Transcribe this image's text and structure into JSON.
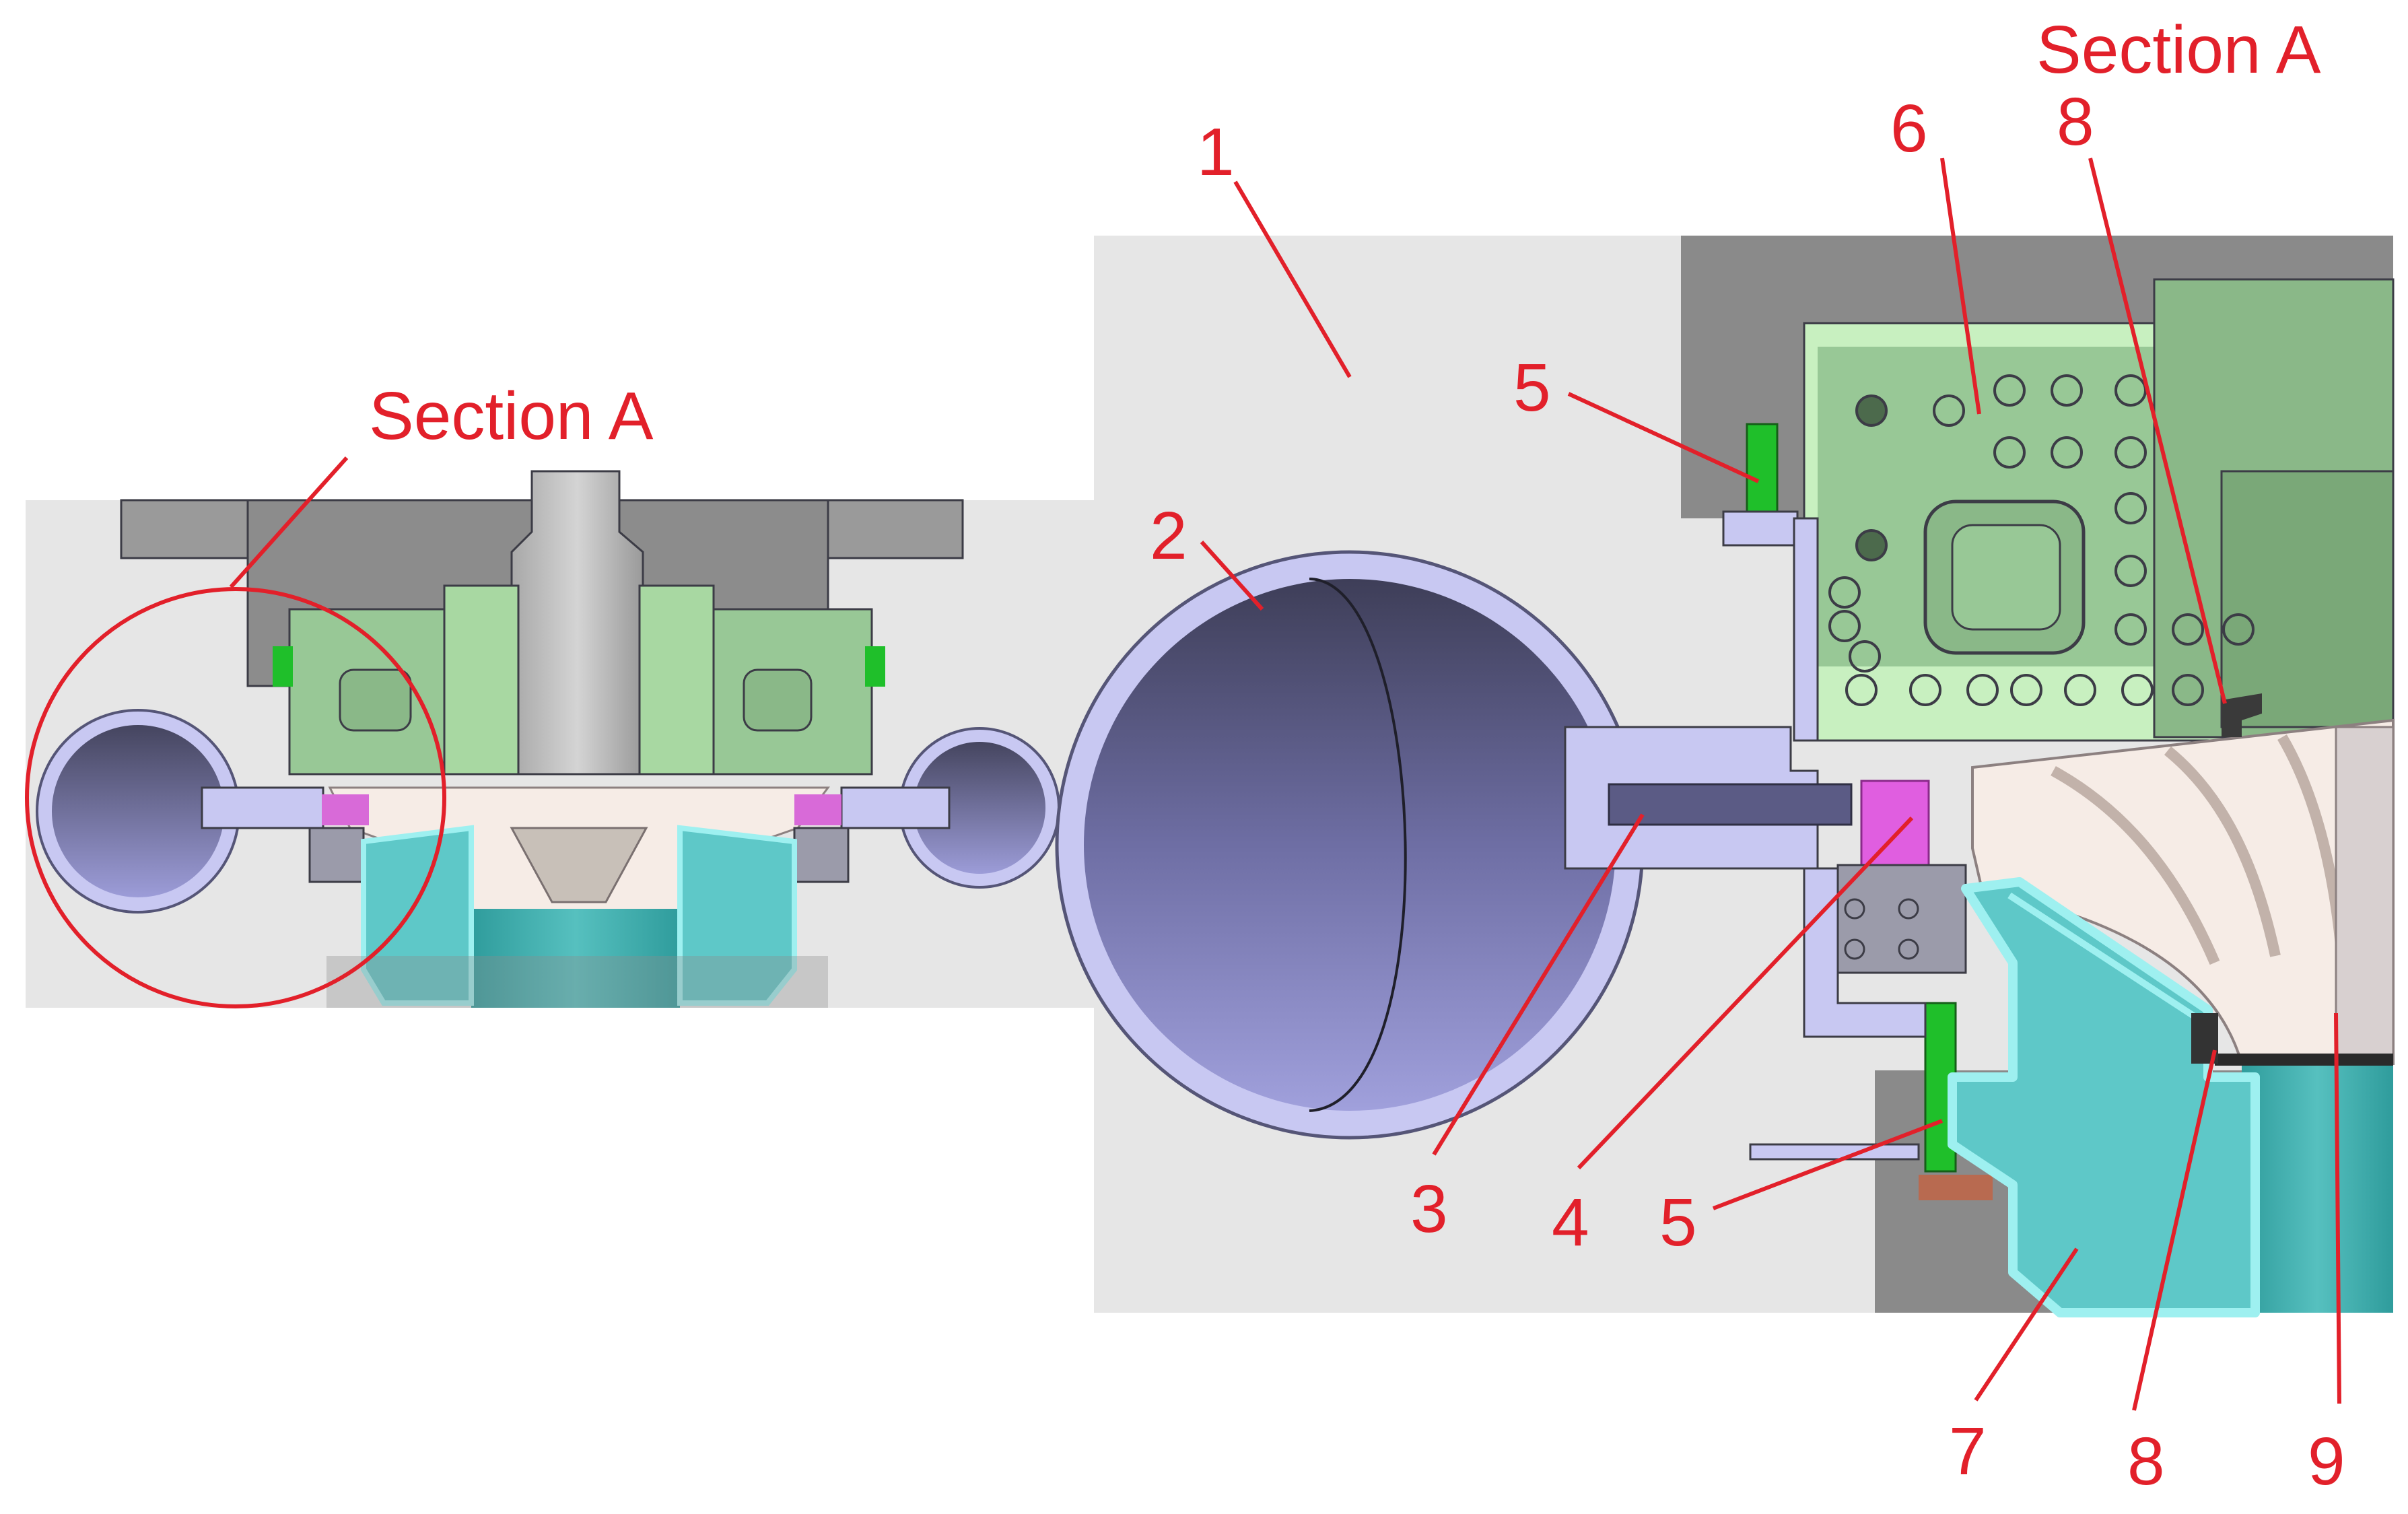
{
  "colors": {
    "annotation": "#e2202a",
    "background_body": "#e6e6e6",
    "casting_dark": "#8a8a8a",
    "green_block": "#98c896",
    "green_block_light": "#c8f0c0",
    "seal_green": "#1fbf2a",
    "volute_purple": "#8c8cc4",
    "volute_light": "#c8c8f2",
    "magenta_ring": "#d86ad8",
    "cyan_part": "#5ec8c8",
    "cyan_light": "#9ef0f0",
    "runner_white": "#f6ece6",
    "gray_block": "#9b9baa"
  },
  "overview": {
    "section_label": "Section A"
  },
  "detail": {
    "section_label": "Section A",
    "callouts": {
      "c1": "1",
      "c2": "2",
      "c3": "3",
      "c4": "4",
      "c5_top": "5",
      "c5_bottom": "5",
      "c6": "6",
      "c7": "7",
      "c8_top": "8",
      "c8_bottom": "8",
      "c9": "9"
    }
  }
}
